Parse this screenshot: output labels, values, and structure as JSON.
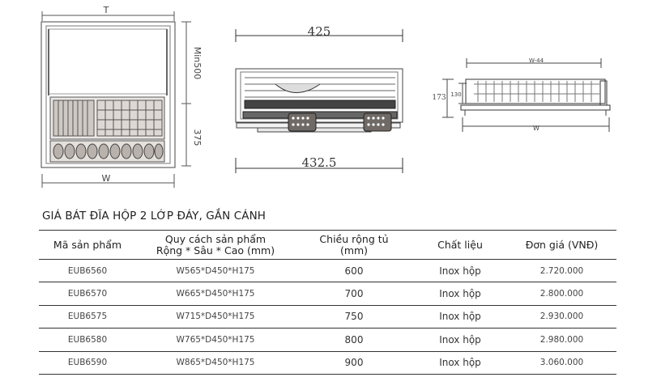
{
  "drawings": {
    "left": {
      "top_label": "T",
      "right_label_upper": "Min500",
      "right_label_lower": "375",
      "bottom_label": "W"
    },
    "middle": {
      "top_dimension": "425",
      "bottom_dimension": "432.5"
    },
    "right": {
      "top_label": "W-44",
      "left_label_outer": "173",
      "left_label_inner": "130",
      "bottom_label": "W"
    }
  },
  "title": "GIÁ BÁT ĐĨA HỘP 2 LỚP ĐÁY,  GẮN CÁNH",
  "table": {
    "headers": [
      {
        "line1": "Mã sản phẩm",
        "line2": ""
      },
      {
        "line1": "Quy cách sản phẩm",
        "line2": "Rộng * Sâu * Cao (mm)"
      },
      {
        "line1": "Chiều rộng tủ",
        "line2": "(mm)"
      },
      {
        "line1": "Chất liệu",
        "line2": ""
      },
      {
        "line1": "Đơn giá  (VNĐ)",
        "line2": ""
      }
    ],
    "rows": [
      {
        "code": "EUB6560",
        "spec": "W565*D450*H175",
        "width": "600",
        "material": "Inox hộp",
        "price": "2.720.000"
      },
      {
        "code": "EUB6570",
        "spec": "W665*D450*H175",
        "width": "700",
        "material": "Inox hộp",
        "price": "2.800.000"
      },
      {
        "code": "EUB6575",
        "spec": "W715*D450*H175",
        "width": "750",
        "material": "Inox hộp",
        "price": "2.930.000"
      },
      {
        "code": "EUB6580",
        "spec": "W765*D450*H175",
        "width": "800",
        "material": "Inox hộp",
        "price": "2.980.000"
      },
      {
        "code": "EUB6590",
        "spec": "W865*D450*H175",
        "width": "900",
        "material": "Inox hộp",
        "price": "3.060.000"
      }
    ]
  }
}
